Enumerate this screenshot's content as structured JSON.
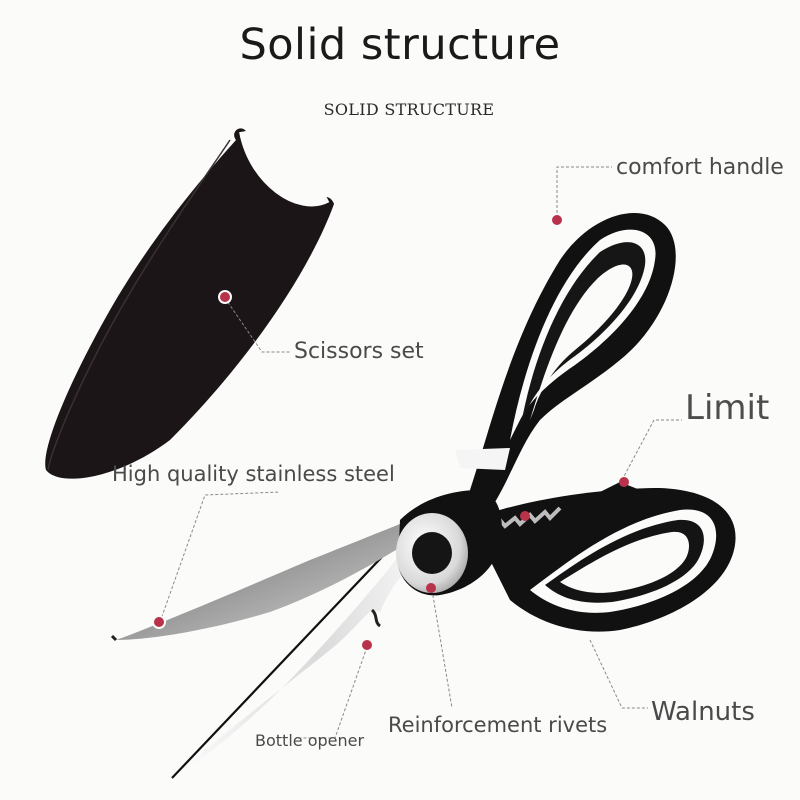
{
  "header": {
    "title": "Solid structure",
    "subtitle": "SOLID STRUCTURE"
  },
  "callouts": [
    {
      "id": "comfort-handle",
      "label": "comfort handle"
    },
    {
      "id": "scissors-set",
      "label": "Scissors set"
    },
    {
      "id": "stainless-steel",
      "label": "High quality stainless steel"
    },
    {
      "id": "limit",
      "label": "Limit"
    },
    {
      "id": "walnuts",
      "label": "Walnuts"
    },
    {
      "id": "reinforcement-rivets",
      "label": "Reinforcement rivets"
    },
    {
      "id": "bottle-opener",
      "label": "Bottle opener"
    }
  ],
  "colors": {
    "background": "#fbfbfa",
    "marker": "#b8324a",
    "handle": "#111111",
    "sheath": "#1c1517",
    "blade": "#c9c9c9",
    "leader_line": "#8a8a8a",
    "text": "#4a4a4a"
  },
  "icons": {
    "marker": "marker-dot-icon"
  }
}
